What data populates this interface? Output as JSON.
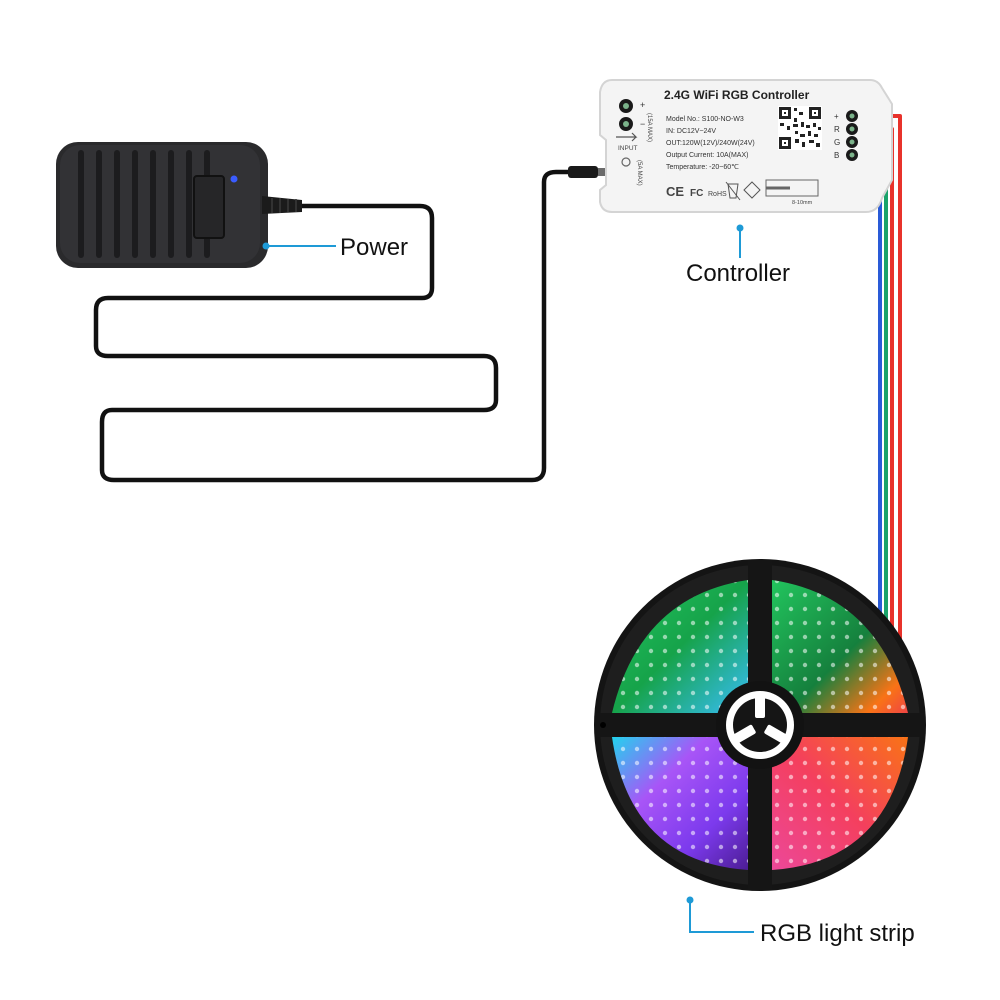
{
  "labels": {
    "power": "Power",
    "controller": "Controller",
    "strip": "RGB light strip"
  },
  "controller": {
    "title": "2.4G WiFi RGB Controller",
    "specs": [
      "Model No.: S100-NO-W3",
      "IN: DC12V~24V",
      "OUT:120W(12V)/240W(24V)",
      "Output Current: 10A(MAX)",
      "Temperature: -20~60℃"
    ],
    "input_label": "INPUT",
    "input_rating": "(15A MAX)",
    "input_rating_2": "(5A MAX)",
    "terminals": [
      "+",
      "R",
      "G",
      "B"
    ],
    "terminal_symbols": [
      "+",
      "−"
    ],
    "cert_marks": [
      "CE",
      "FC",
      "RoHS"
    ],
    "strip_gauge": "8-10mm"
  },
  "colors": {
    "callout_line": "#1e9ad6",
    "wire_red": "#e8322b",
    "wire_green": "#1aa36b",
    "wire_blue": "#2a5bd7",
    "cable": "#111111",
    "adapter": "#2a2a2c",
    "led_indicator": "#3a5cff"
  },
  "icons": {
    "adapter": "power-adapter-icon",
    "controller": "wifi-controller-icon",
    "reel": "led-reel-icon",
    "qr": "qr-code-icon"
  }
}
